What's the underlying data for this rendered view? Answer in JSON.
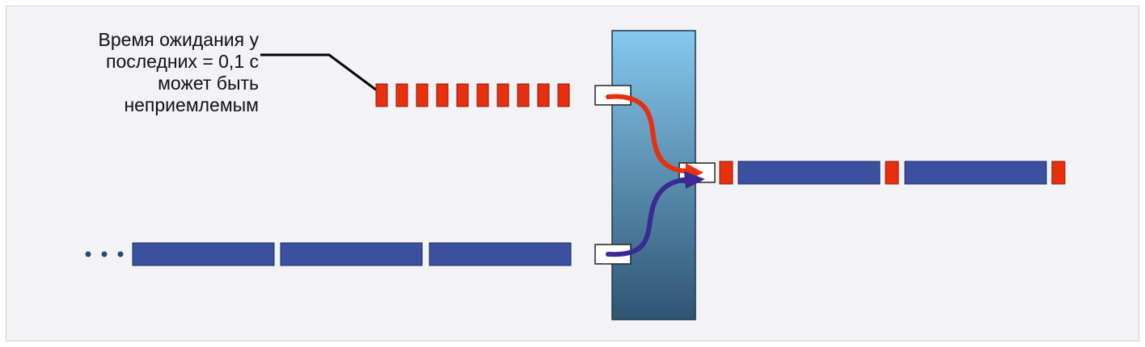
{
  "annotation": {
    "lines": [
      "Время ожидания у",
      "последних = 0,1 с",
      "может быть",
      "неприемлемым"
    ]
  },
  "colors": {
    "background": "#f2f2f7",
    "small_packet": "#e8300f",
    "small_packet_border": "#8a1a08",
    "large_packet": "#3b51a0",
    "large_packet_border": "#1d2a60",
    "switch_top": "#86c8ee",
    "switch_bottom": "#2f5573",
    "red_arrow": "#e8300f",
    "blue_arrow": "#3a2a96",
    "ellipsis_dot": "#33427e"
  },
  "icons": {
    "ellipsis": "ellipsis-icon",
    "red_flow": "red-arrow-icon",
    "blue_flow": "blue-arrow-icon"
  }
}
